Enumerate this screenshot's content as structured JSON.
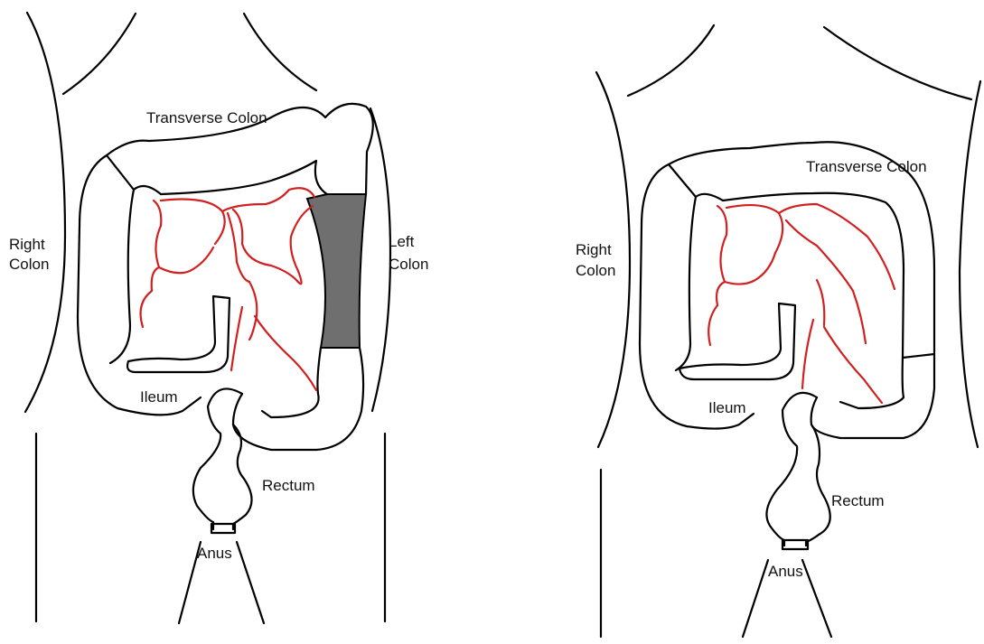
{
  "colors": {
    "outline": "#000000",
    "vessels": "#d21f1f",
    "resected_segment": "#6f6f6f",
    "background": "#ffffff"
  },
  "panels": [
    {
      "id": "before",
      "labels": {
        "transverse_colon": "Transverse Colon",
        "right_colon_line1": "Right",
        "right_colon_line2": "Colon",
        "left_colon_line1": "Left",
        "left_colon_line2": "Colon",
        "ileum": "Ileum",
        "rectum": "Rectum",
        "anus": "Anus"
      }
    },
    {
      "id": "after",
      "labels": {
        "transverse_colon": "Transverse Colon",
        "right_colon_line1": "Right",
        "right_colon_line2": "Colon",
        "ileum": "Ileum",
        "rectum": "Rectum",
        "anus": "Anus"
      }
    }
  ]
}
